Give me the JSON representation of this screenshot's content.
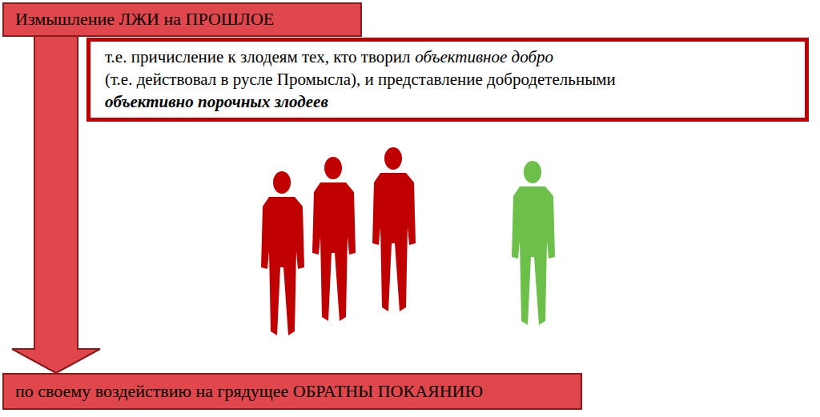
{
  "diagram": {
    "nodes": [
      {
        "text": [
          "Измышление ЛЖИ на ПРОШЛОЕ"
        ]
      },
      {
        "text": [
          "т.е. причисление к злодеям тех, кто творил",
          "объективное добро",
          "(т.е. действовал в русле Промысла), и представление добродетельными",
          "объективно порочных злодеев"
        ]
      },
      {
        "text": [
          "по своему воздействию на грядущее ОБРАТНЫ ПОКАЯНИЮ"
        ]
      }
    ],
    "edges": [
      {
        "from": 0,
        "to": 2,
        "arrow": "to"
      }
    ]
  }
}
